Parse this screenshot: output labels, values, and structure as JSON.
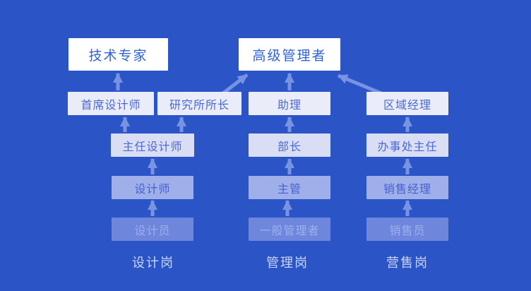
{
  "diagram": {
    "title_implied": "career-promotion-ladder",
    "colors": {
      "background": "#2b55c7",
      "top_box_background": "#ffffff",
      "top_box_text": "#2f62d8",
      "mid_box_text": "#4a69d5",
      "bottom_box_text": "#9cb0ee",
      "column_label_text": "#c9d4f4",
      "arrow": "#7d97e6"
    },
    "nodes": {
      "tech_expert": "技术专家",
      "senior_manager": "高级管理者",
      "chief_designer": "首席设计师",
      "institute_director": "研究所所长",
      "assistant": "助理",
      "regional_manager": "区域经理",
      "director_designer": "主任设计师",
      "minister": "部长",
      "office_director": "办事处主任",
      "designer": "设计师",
      "supervisor": "主管",
      "sales_manager": "销售经理",
      "design_staff": "设计员",
      "general_manager": "一般管理者",
      "salesperson": "销售员"
    },
    "column_labels": {
      "design": "设计岗",
      "management": "管理岗",
      "sales": "营售岗"
    },
    "edges": [
      [
        "设计员",
        "设计师"
      ],
      [
        "设计师",
        "主任设计师"
      ],
      [
        "主任设计师",
        "首席设计师"
      ],
      [
        "主任设计师",
        "研究所所长"
      ],
      [
        "首席设计师",
        "技术专家"
      ],
      [
        "研究所所长",
        "高级管理者"
      ],
      [
        "一般管理者",
        "主管"
      ],
      [
        "主管",
        "部长"
      ],
      [
        "部长",
        "助理"
      ],
      [
        "助理",
        "高级管理者"
      ],
      [
        "销售员",
        "销售经理"
      ],
      [
        "销售经理",
        "办事处主任"
      ],
      [
        "办事处主任",
        "区域经理"
      ],
      [
        "区域经理",
        "高级管理者"
      ]
    ]
  }
}
